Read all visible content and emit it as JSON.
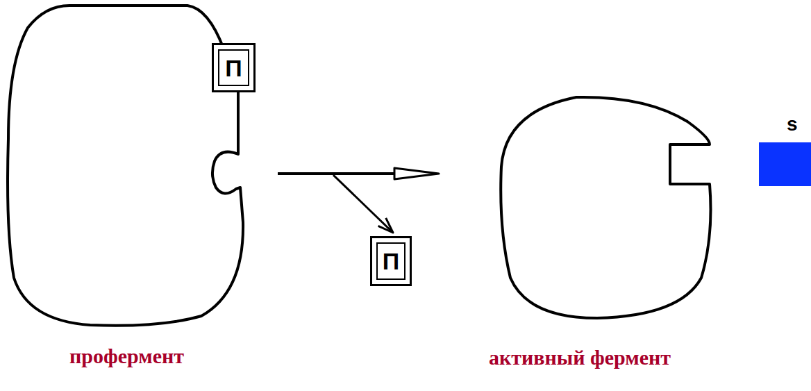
{
  "diagram": {
    "nodes": [
      {
        "text": [
          "профермент"
        ]
      },
      {
        "text": [
          "П"
        ]
      },
      {
        "text": [
          "П"
        ]
      },
      {
        "text": [
          "активный фермент"
        ]
      },
      {
        "text": [
          "s"
        ]
      }
    ],
    "edges": [
      {
        "from": 0,
        "to": 3,
        "arrow": "to"
      },
      {
        "from": 0,
        "to": 2,
        "arrow": "to"
      }
    ]
  }
}
